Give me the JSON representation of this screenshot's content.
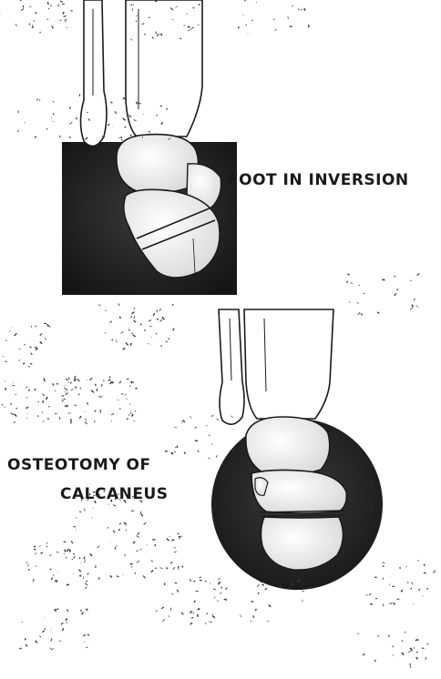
{
  "labels": {
    "top_caption": "FOOT IN INVERSION",
    "bottom_caption_line1": "OSTEOTOMY OF",
    "bottom_caption_line2": "CALCANEUS"
  },
  "colors": {
    "background": "#ffffff",
    "dark_field": "#2c2c2c",
    "bone_fill": "#efefef",
    "outline": "#1a1a1a",
    "speckle": "#3a3a3a"
  }
}
